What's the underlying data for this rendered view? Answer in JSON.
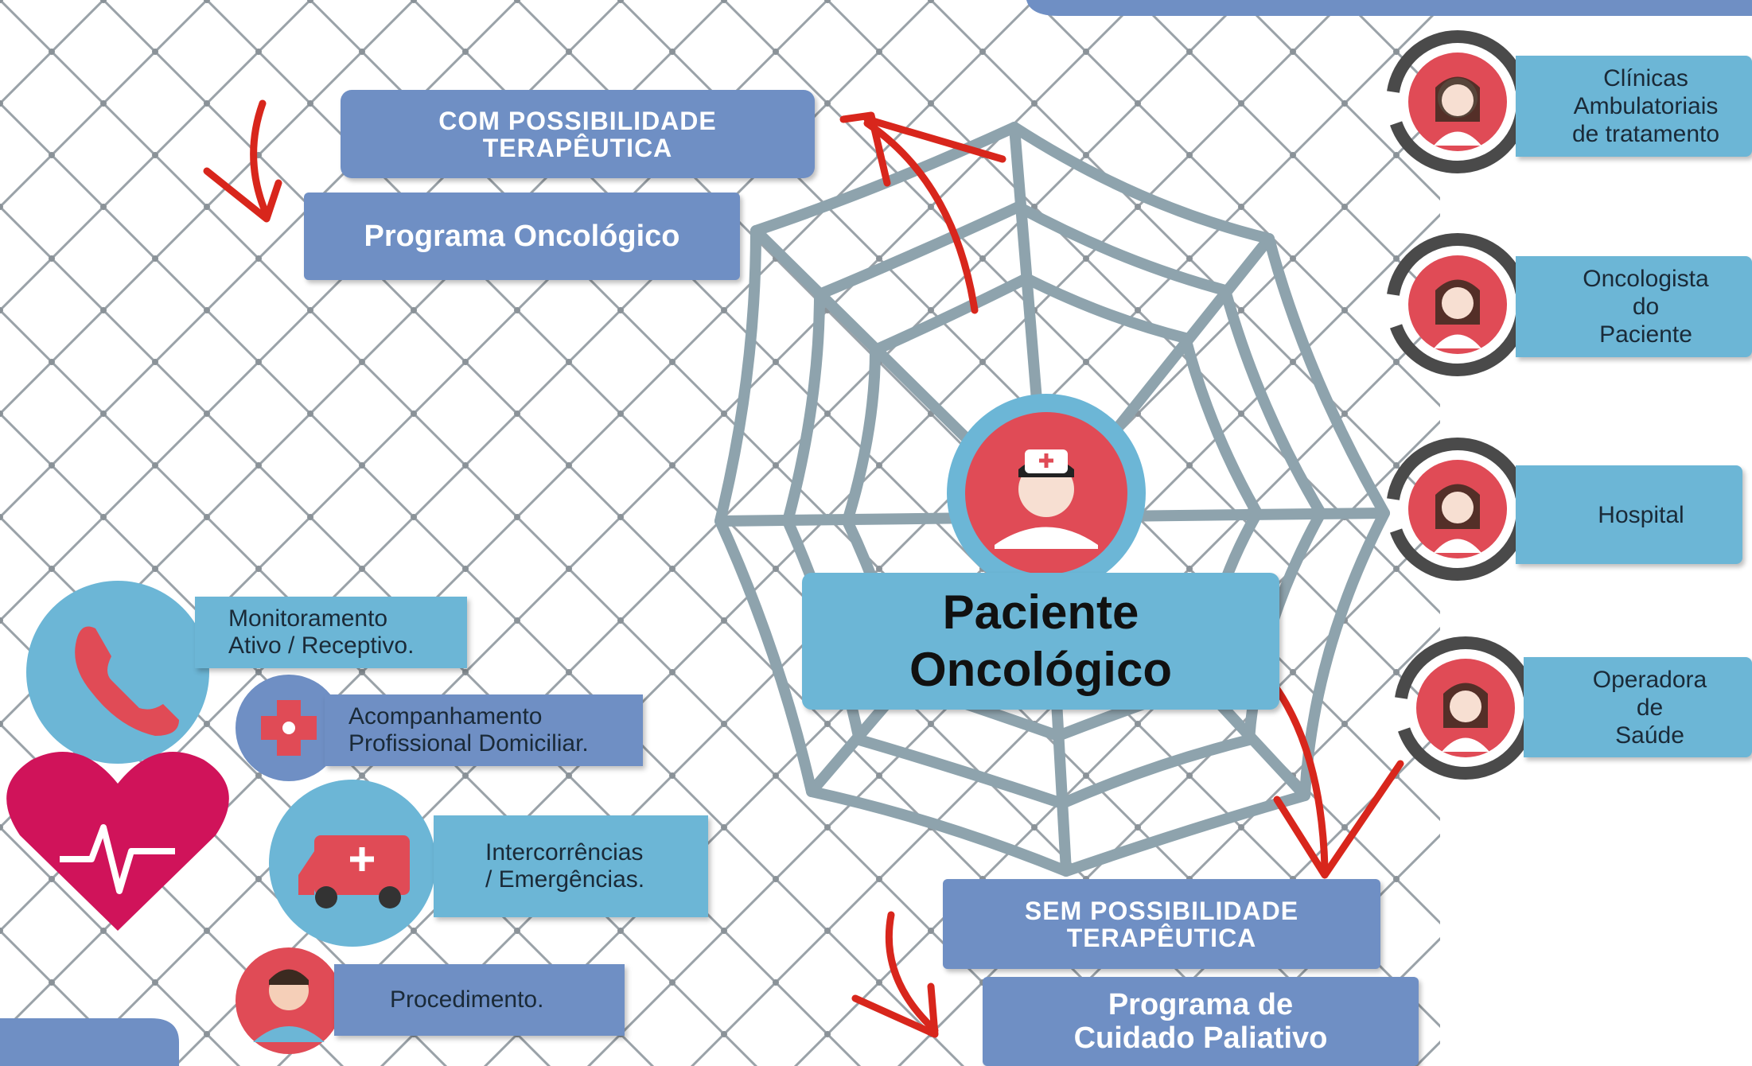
{
  "top_branch": {
    "title": "COM POSSIBILIDADE\nTERAPÊUTICA",
    "program": "Programa Oncológico"
  },
  "center": {
    "label": "Paciente\nOncológico"
  },
  "bottom_branch": {
    "title": "SEM POSSIBILIDADE\nTERAPÊUTICA",
    "program": "Programa de\nCuidado Paliativo"
  },
  "right_items": [
    {
      "label": "Clínicas\nAmbulatoriais\nde tratamento",
      "icon": "nurse-cycle-icon"
    },
    {
      "label": "Oncologista\ndo\nPaciente",
      "icon": "nurse-cycle-icon"
    },
    {
      "label": "Hospital",
      "icon": "nurse-cycle-icon"
    },
    {
      "label": "Operadora\nde\nSaúde",
      "icon": "nurse-cycle-icon"
    }
  ],
  "left_items": [
    {
      "label": "Monitoramento\nAtivo  / Receptivo.",
      "icon": "phone-icon"
    },
    {
      "label": "Acompanhamento\nProfissional  Domiciliar.",
      "icon": "medical-cross-icon"
    },
    {
      "label": "Intercorrências\n/ Emergências.",
      "icon": "ambulance-icon"
    },
    {
      "label": "Procedimento.",
      "icon": "doctor-icon"
    }
  ],
  "colors": {
    "box_blue": "#6f8fc4",
    "tab_light_blue": "#6cb6d6",
    "arrow_red": "#d8261c",
    "web_gray": "#8ea3ad",
    "icon_red": "#e04b56",
    "heart_pink": "#d0135a"
  }
}
